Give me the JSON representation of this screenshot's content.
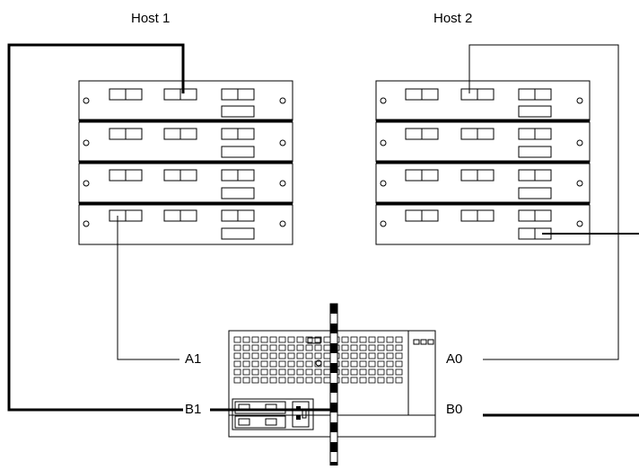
{
  "hosts": [
    {
      "label": "Host 1",
      "card_slots": 4
    },
    {
      "label": "Host 2",
      "card_slots": 4
    }
  ],
  "ports": {
    "a1": "A1",
    "b1": "B1",
    "a0": "A0",
    "b0": "B0"
  },
  "colors": {
    "line": "#000000",
    "background": "#ffffff",
    "device_outline": "#000000"
  }
}
